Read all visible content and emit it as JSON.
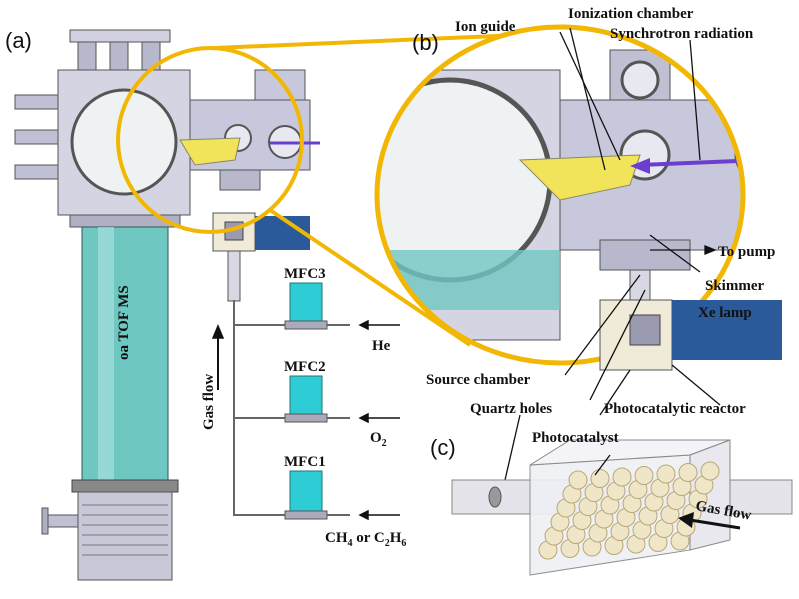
{
  "panels": {
    "a": "(a)",
    "b": "(b)",
    "c": "(c)"
  },
  "labels": {
    "ion_guide": "Ion guide",
    "ionization_chamber": "Ionization chamber",
    "synchrotron_radiation": "Synchrotron radiation",
    "to_pump": "To pump",
    "skimmer": "Skimmer",
    "xe_lamp": "Xe lamp",
    "source_chamber": "Source chamber",
    "quartz_holes": "Quartz holes",
    "photocatalytic_reactor": "Photocatalytic reactor",
    "photocatalyst": "Photocatalyst",
    "gas_flow_c": "Gas flow",
    "gas_flow_a": "Gas flow",
    "oa_tof_ms": "oa TOF MS",
    "mfc3": "MFC3",
    "mfc2": "MFC2",
    "mfc1": "MFC1",
    "he": "He",
    "o2": {
      "main": "O",
      "sub": "2"
    },
    "ch4_or_c2h6": {
      "ch": "CH",
      "sub1": "4",
      "mid": " or C",
      "sub2": "2",
      "h": "H",
      "sub3": "6"
    }
  },
  "colors": {
    "highlight": "#f2b705",
    "chamber": "#c8c8dc",
    "tube": "#6fc7c2",
    "mfc": "#2ecdd6",
    "xe_lamp": "#2a5a9a",
    "ion_guide": "#f2e45a",
    "radiation": "#6a3fd0"
  }
}
